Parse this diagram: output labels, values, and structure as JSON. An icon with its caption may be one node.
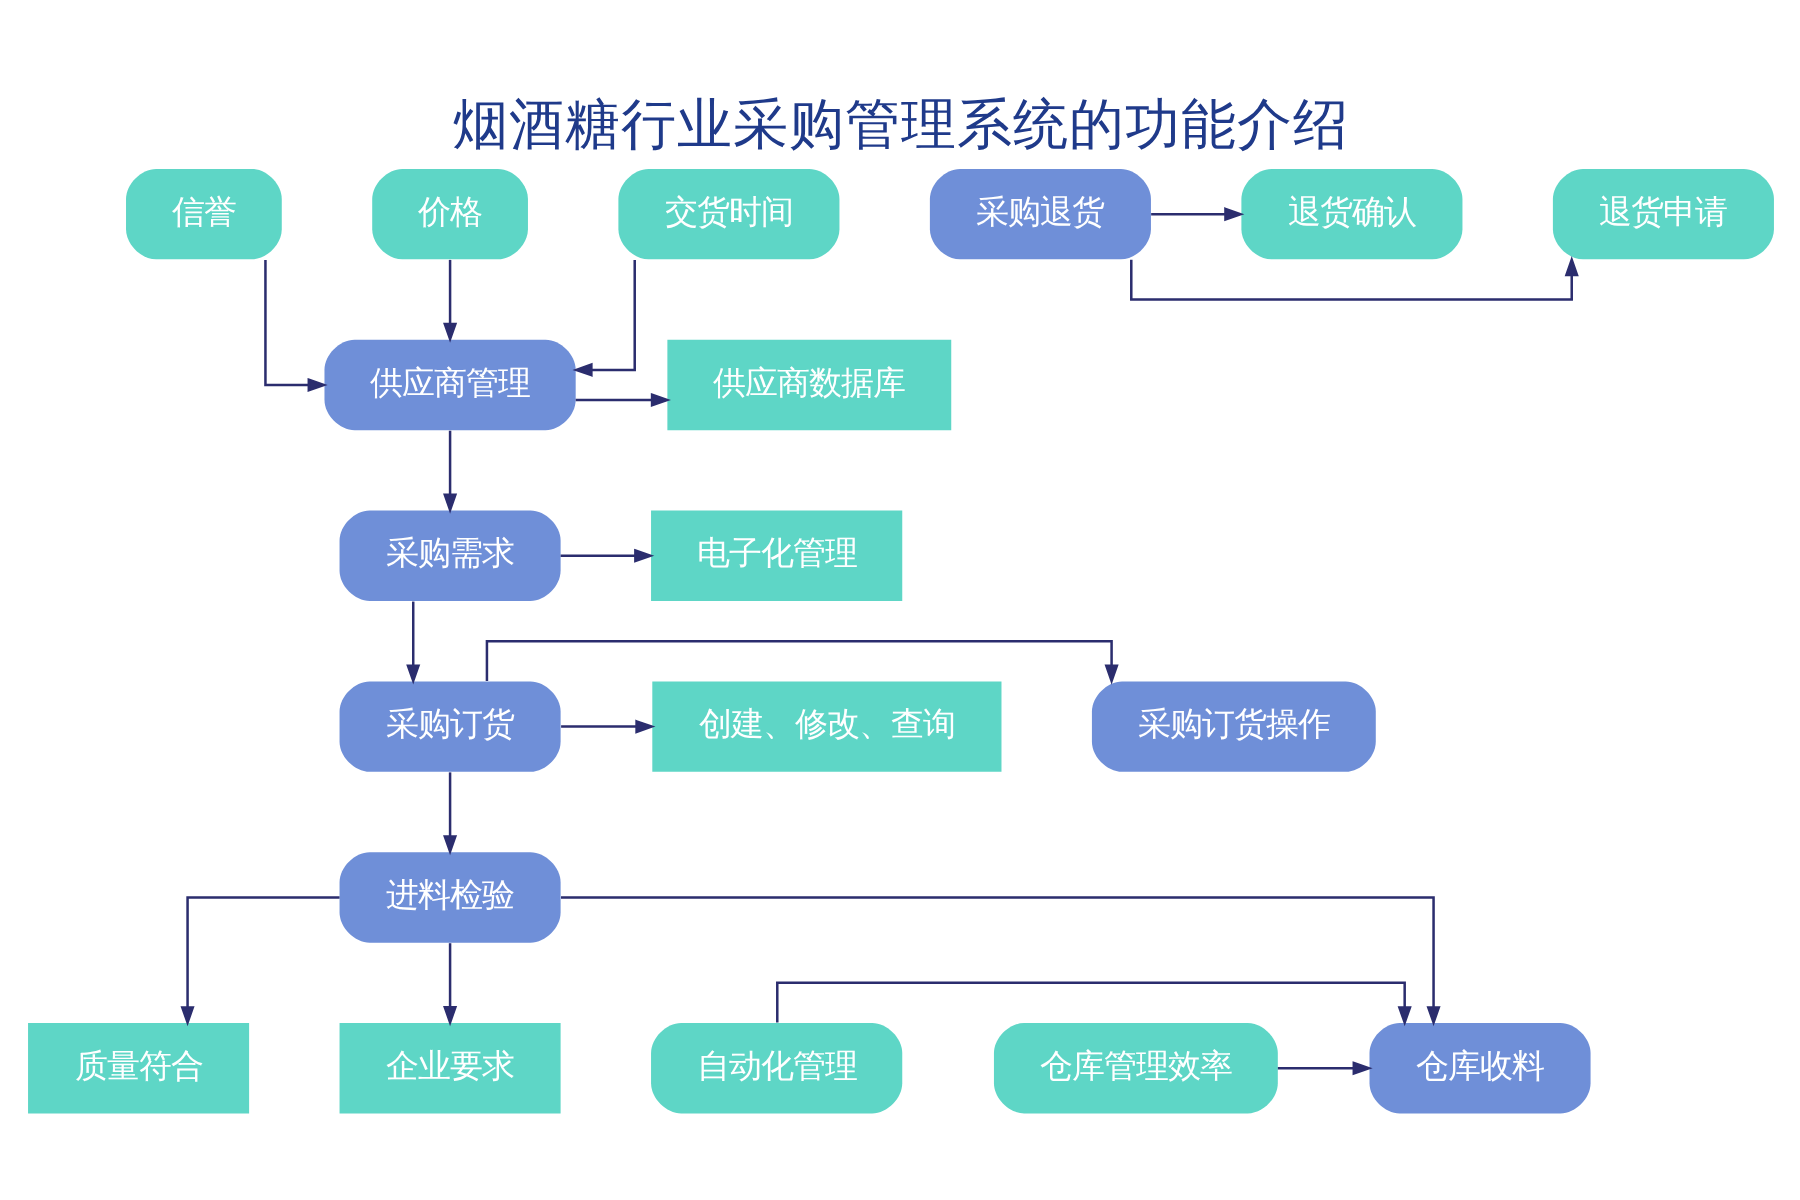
{
  "diagram": {
    "title": "烟酒糖行业采购管理系统的功能介绍",
    "nodes": [
      {
        "text": [
          "信誉"
        ]
      },
      {
        "text": [
          "价格"
        ]
      },
      {
        "text": [
          "交货时间"
        ]
      },
      {
        "text": [
          "供应商管理"
        ]
      },
      {
        "text": [
          "供应商数据库"
        ]
      },
      {
        "text": [
          "采购需求"
        ]
      },
      {
        "text": [
          "电子化管理"
        ]
      },
      {
        "text": [
          "采购订货操作"
        ]
      },
      {
        "text": [
          "采购订货"
        ]
      },
      {
        "text": [
          "创建、修改、查询"
        ]
      },
      {
        "text": [
          "进料检验"
        ]
      },
      {
        "text": [
          "质量符合"
        ]
      },
      {
        "text": [
          "企业要求"
        ]
      },
      {
        "text": [
          "自动化管理"
        ]
      },
      {
        "text": [
          "仓库收料"
        ]
      },
      {
        "text": [
          "仓库管理效率"
        ]
      },
      {
        "text": [
          "采购退货"
        ]
      },
      {
        "text": [
          "退货申请"
        ]
      },
      {
        "text": [
          "退货确认"
        ]
      }
    ],
    "edges": [
      {
        "from": 0,
        "to": 3,
        "arrow": "to"
      },
      {
        "from": 1,
        "to": 3,
        "arrow": "to"
      },
      {
        "from": 2,
        "to": 3,
        "arrow": "to"
      },
      {
        "from": 3,
        "to": 4,
        "arrow": "to"
      },
      {
        "from": 3,
        "to": 5,
        "arrow": "to"
      },
      {
        "from": 5,
        "to": 6,
        "arrow": "to"
      },
      {
        "from": 5,
        "to": 8,
        "arrow": "to"
      },
      {
        "from": 8,
        "to": 7,
        "arrow": "to"
      },
      {
        "from": 8,
        "to": 9,
        "arrow": "to"
      },
      {
        "from": 8,
        "to": 10,
        "arrow": "to"
      },
      {
        "from": 10,
        "to": 11,
        "arrow": "to"
      },
      {
        "from": 10,
        "to": 12,
        "arrow": "to"
      },
      {
        "from": 13,
        "to": 14,
        "arrow": "to"
      },
      {
        "from": 15,
        "to": 14,
        "arrow": "to"
      },
      {
        "from": 10,
        "to": 14,
        "arrow": "to"
      },
      {
        "from": 16,
        "to": 17,
        "arrow": "to"
      },
      {
        "from": 16,
        "to": 18,
        "arrow": "to"
      }
    ]
  }
}
